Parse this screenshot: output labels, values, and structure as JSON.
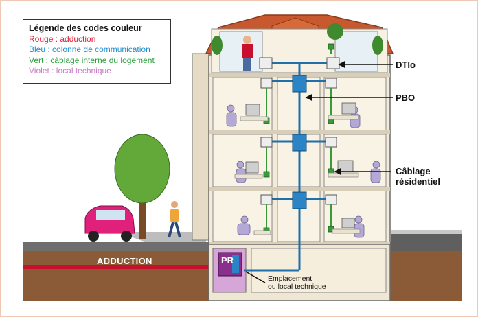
{
  "legend": {
    "title": "Légende des codes couleur",
    "items": [
      {
        "text": "Rouge : adduction",
        "color": "#e2233a"
      },
      {
        "text": "Bleu : colonne de communication",
        "color": "#1f8fd0"
      },
      {
        "text": "Vert : câblage interne du logement",
        "color": "#29a13c"
      },
      {
        "text": "Violet : local technique",
        "color": "#c77ac5"
      }
    ]
  },
  "labels": {
    "dtio": "DTIo",
    "pbo": "PBO",
    "cablage_line1": "Câblage",
    "cablage_line2": "résidentiel",
    "adduction": "ADDUCTION",
    "pr": "PR",
    "emplacement_line1": "Emplacement",
    "emplacement_line2": "ou local technique"
  },
  "colors": {
    "adduction_red": "#c8102e",
    "column_blue": "#1f6fa8",
    "internal_green": "#3a9a3a",
    "technical_violet": "#c27fc4",
    "building_wall": "#f3ead8",
    "roof": "#c8582e",
    "ground": "#8b5a36",
    "road": "#6e6e6e"
  },
  "icons": [
    "car-icon",
    "tree-icon",
    "pedestrian-icon",
    "building-icon",
    "resident-icon",
    "computer-icon",
    "television-icon"
  ]
}
